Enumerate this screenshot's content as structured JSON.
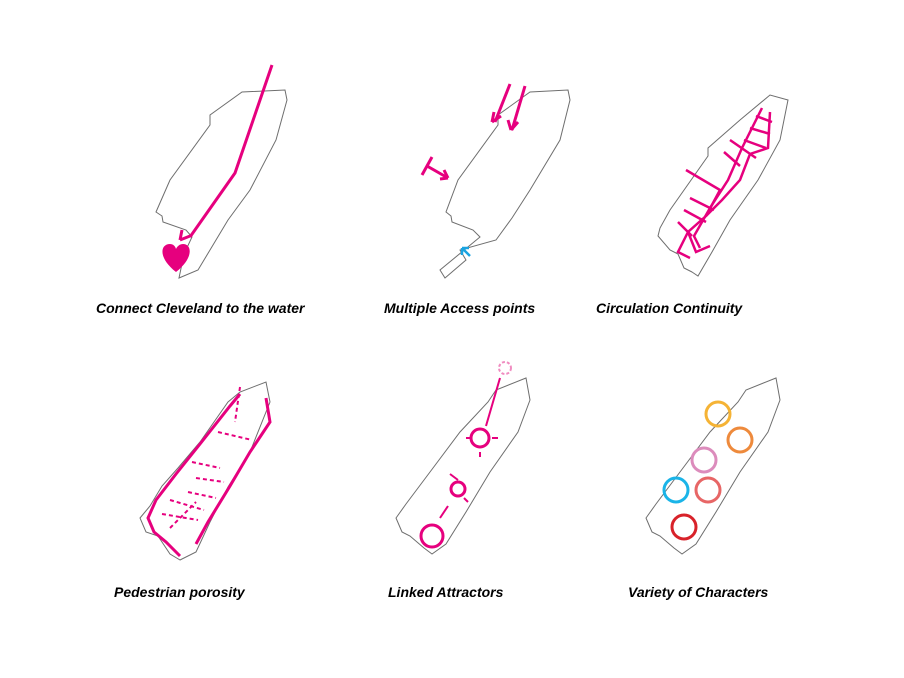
{
  "colors": {
    "magenta": "#e6007e",
    "pink_light": "#f08cc0",
    "cyan": "#1aa3e0",
    "yellow": "#f5b335",
    "orange": "#ee8a3c",
    "mauve": "#dc8cbc",
    "blue": "#1ab4e8",
    "coral": "#e76666",
    "red": "#d8222a",
    "outline": "#6e6e6e"
  },
  "panels": [
    {
      "id": "connect",
      "caption": "Connect Cleveland to the water",
      "icons": [
        "heart-icon",
        "arrow-icon"
      ]
    },
    {
      "id": "access",
      "caption": "Multiple Access points",
      "icons": [
        "arrow-icon"
      ]
    },
    {
      "id": "circulation",
      "caption": "Circulation Continuity",
      "icons": []
    },
    {
      "id": "porosity",
      "caption": "Pedestrian porosity",
      "icons": [
        "double-arrow-icon"
      ]
    },
    {
      "id": "attractors",
      "caption": "Linked Attractors",
      "icons": [
        "circle-icon"
      ]
    },
    {
      "id": "characters",
      "caption": "Variety of Characters",
      "icons": [
        "circle-icon"
      ]
    }
  ]
}
